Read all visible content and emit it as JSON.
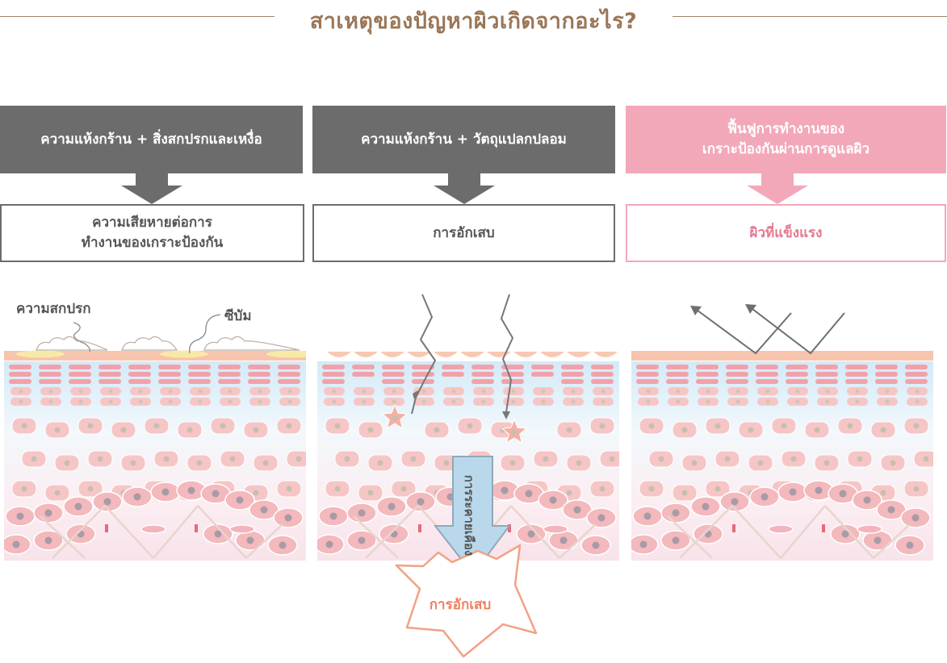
{
  "title": "สาเหตุของปัญหาผิวเกิดจากอะไร?",
  "columns": [
    {
      "cause": "ความแห้งกร้าน + สิ่งสกปรกและเหงื่อ",
      "result": "ความเสียหายต่อการ\nทำงานของเกราะป้องกัน"
    },
    {
      "cause": "ความแห้งกร้าน + วัตถุแปลกปลอม",
      "result": "การอักเสบ"
    },
    {
      "cause": "ฟื้นฟูการทำงานของ\nเกราะป้องกันผ่านการดูแลผิว",
      "result": "ผิวที่แข็งแรง"
    }
  ],
  "panel1": {
    "dirt_label": "ความสกปรก",
    "sebum_label": "ซีบัม"
  },
  "panel2": {
    "spread_label": "การระคายเคือง",
    "inflammation_label": "การอักเสบ"
  },
  "colors": {
    "title": "#9a7657",
    "gray_box": "#6c6c6c",
    "pink_box": "#f3a8ba",
    "pink_text": "#e5778f",
    "inflammation": "#ee7f5e"
  }
}
